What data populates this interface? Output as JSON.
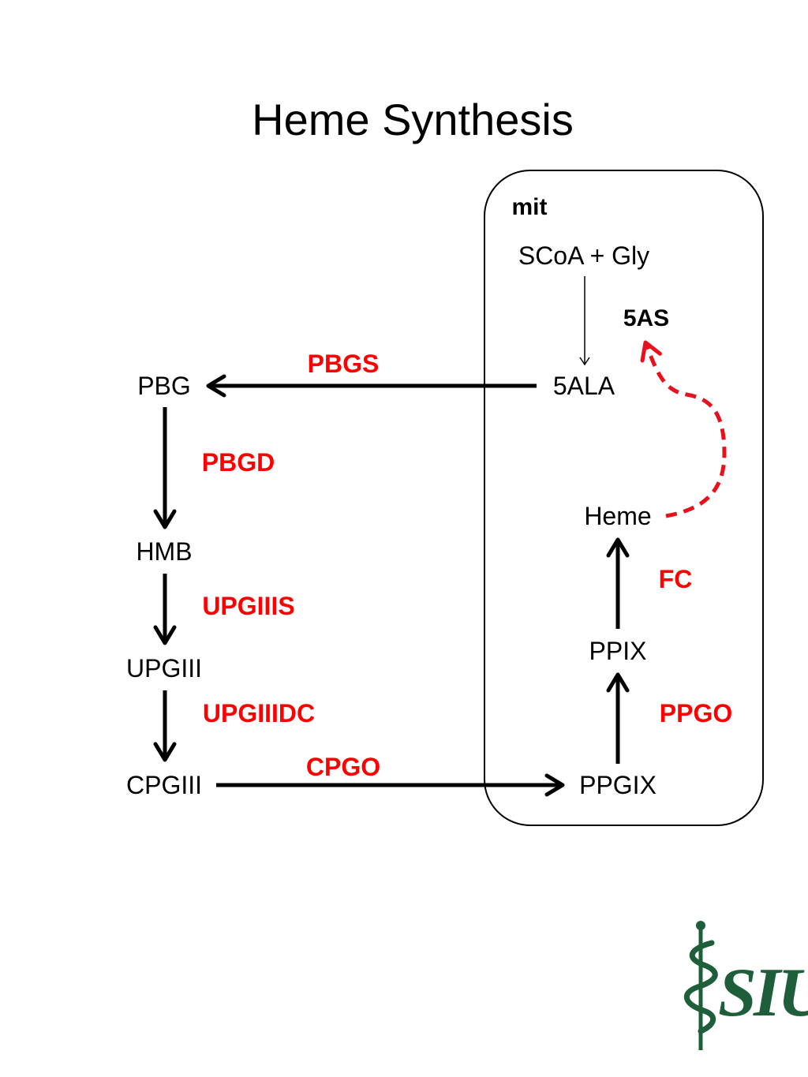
{
  "title": "Heme Synthesis",
  "compartment_label": "mit",
  "metabolites": {
    "scoa_gly": "SCoA + Gly",
    "ala": "5ALA",
    "pbg": "PBG",
    "hmb": "HMB",
    "upgiii": "UPGIII",
    "cpgiii": "CPGIII",
    "ppgix": "PPGIX",
    "ppix": "PPIX",
    "heme": "Heme"
  },
  "enzymes": {
    "as": "5AS",
    "pbgs": "PBGS",
    "pbgd": "PBGD",
    "upgiiis": "UPGIIIS",
    "upgiiidc": "UPGIIIDC",
    "cpgo": "CPGO",
    "ppgo": "PPGO",
    "fc": "FC"
  },
  "logo": {
    "text": "SIU",
    "color": "#1e5e3a"
  },
  "colors": {
    "enzyme": "#ff0000",
    "feedback": "#e8101c"
  }
}
